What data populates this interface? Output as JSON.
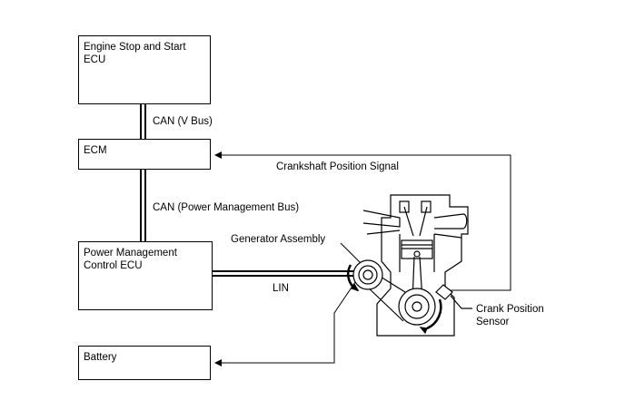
{
  "boxes": {
    "engine_stop_start_ecu": "Engine Stop and Start\nECU",
    "ecm": "ECM",
    "power_management_ecu": "Power Management\nControl ECU",
    "battery": "Battery"
  },
  "labels": {
    "can_v_bus": "CAN (V Bus)",
    "can_power_bus": "CAN (Power Management Bus)",
    "crankshaft_signal": "Crankshaft Position Signal",
    "generator_assembly": "Generator Assembly",
    "lin": "LIN",
    "crank_position_sensor": "Crank Position\nSensor"
  }
}
